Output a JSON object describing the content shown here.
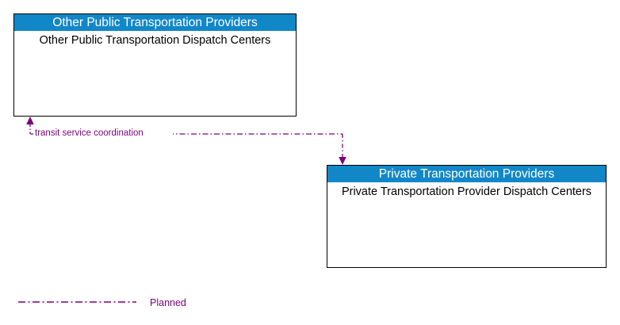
{
  "diagram": {
    "type": "architecture-flow-diagram",
    "colors": {
      "node_header_blue": "#1287c8",
      "node_header_text": "#ffffff",
      "node_border": "#000000",
      "node_body_text": "#000000",
      "flow_purple": "#7b007b",
      "background": "#ffffff"
    },
    "nodes": [
      {
        "id": "other-public",
        "title": "Other Public Transportation Providers",
        "body": "Other Public Transportation Dispatch Centers"
      },
      {
        "id": "private",
        "title": "Private Transportation Providers",
        "body": "Private Transportation Provider Dispatch Centers"
      }
    ],
    "flows": [
      {
        "id": "transit-service-coordination",
        "label": "transit service coordination",
        "from": "private",
        "to": "other-public",
        "style": "Planned",
        "color": "#7b007b",
        "bidirectional": true
      }
    ],
    "legend": {
      "items": [
        {
          "id": "planned",
          "label": "Planned",
          "style": "dash-dot",
          "color": "#7b007b"
        }
      ]
    }
  }
}
